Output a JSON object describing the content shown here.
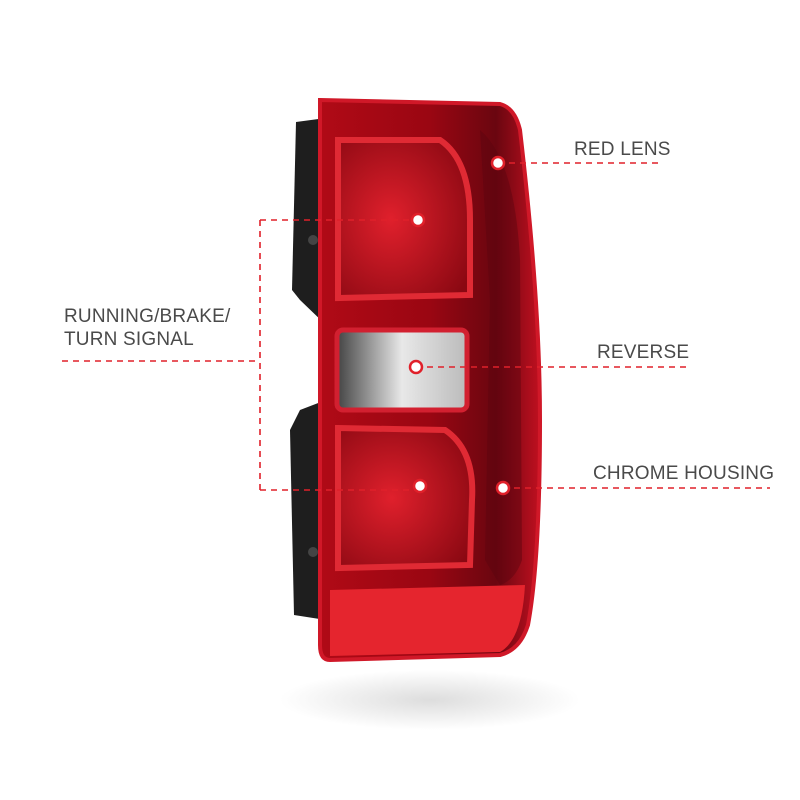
{
  "callouts": {
    "red_lens": "RED LENS",
    "running_line1": "RUNNING/BRAKE/",
    "running_line2": "TURN SIGNAL",
    "reverse": "REVERSE",
    "chrome_housing": "CHROME HOUSING"
  },
  "colors": {
    "callout_line": "#e0202a",
    "lens_red": "#c8101c",
    "lens_dark": "#7a0810",
    "bracket": "#1e1e1e",
    "text": "#4a4a4a"
  }
}
